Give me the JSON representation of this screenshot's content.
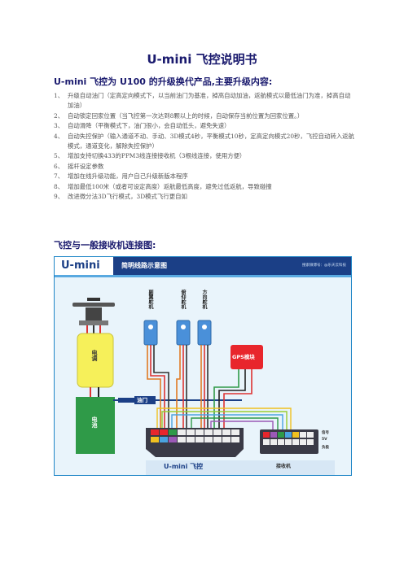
{
  "document": {
    "title": "U-mini 飞控说明书",
    "subtitle": "U-mini 飞控为 U100 的升级换代产品,主要升级内容:",
    "items": [
      {
        "num": "1、",
        "text": "升级自动油门（定高定向模式下，以当前油门为基准，掉高自动加油，返航模式以最低油门为准，掉高自动加油）"
      },
      {
        "num": "2、",
        "text": "自动锁定回家位置（当飞控第一次达到8颗以上的时候，自动保存当前位置为回家位置。）"
      },
      {
        "num": "3、",
        "text": "自动滑降（平衡模式下，油门很小，会自动低头，避免失速）"
      },
      {
        "num": "4、",
        "text": "自动失控保护（输入通道不动、手动、3D模式4秒，平衡模式10秒，定高定向模式20秒，飞控自动转入返航模式，通道变化，解除失控保护）"
      },
      {
        "num": "5、",
        "text": "增加支持切换433的PPM3线连接接收机（3根线连接，使用方便）"
      },
      {
        "num": "6、",
        "text": "摇杆设定参数"
      },
      {
        "num": "7、",
        "text": "增加在线升级功能，用户自己升级新版本程序"
      },
      {
        "num": "8、",
        "text": "增加最低100米（或者可设定高度）返航最低高度，避免过低返航，导致碰撞"
      },
      {
        "num": "9、",
        "text": "改进微分法3D飞行模式，3D模式飞行更自如"
      }
    ],
    "section_title": "飞控与一般接收机连接图:"
  },
  "diagram": {
    "logo": "U-mini",
    "caption": "简明线路示意图",
    "header_right": "搜索微博号：@乐天云科技",
    "esc_label": "电调",
    "battery_label": "电池",
    "throttle_label": "油门",
    "aileron_label": "副翼舵机",
    "elevator_label": "俯仰舵机",
    "rudder_label": "方向舵机",
    "gps_label": "GPS模块",
    "fc_label": "U-mini 飞控",
    "receiver_label": "接收机",
    "rx_pin_signal": "信号",
    "rx_pin_5v": "5V",
    "rx_pin_gnd": "负极",
    "colors": {
      "header": "#1b3f86",
      "esc": "#f6f05a",
      "battery": "#2f9a48",
      "gps": "#e8262c",
      "servo": "#4a90d9",
      "fc": "#3a3a46"
    }
  }
}
